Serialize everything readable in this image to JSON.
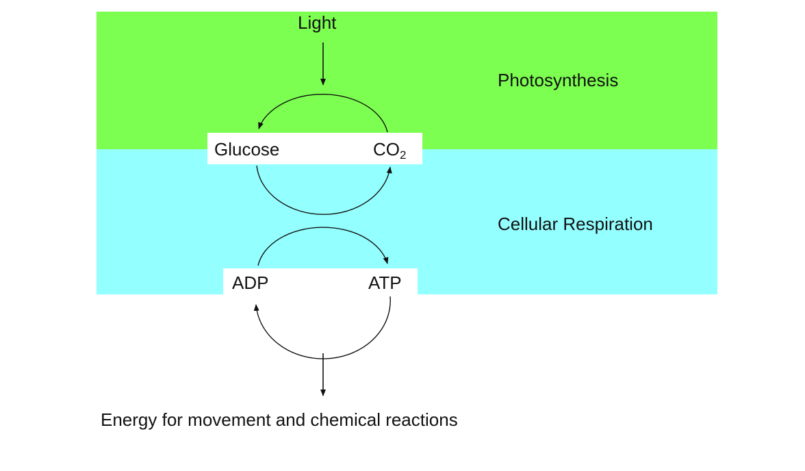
{
  "colors": {
    "photosynthesis_band": "#7cff50",
    "respiration_band": "#94ffff",
    "label_box": "#ffffff",
    "arrow": "#111111"
  },
  "labels": {
    "light": "Light",
    "photosynthesis": "Photosynthesis",
    "glucose": "Glucose",
    "co2_main": "CO",
    "co2_sub": "2",
    "cellular_respiration": "Cellular Respiration",
    "adp": "ADP",
    "atp": "ATP",
    "energy": "Energy for movement and chemical reactions"
  }
}
